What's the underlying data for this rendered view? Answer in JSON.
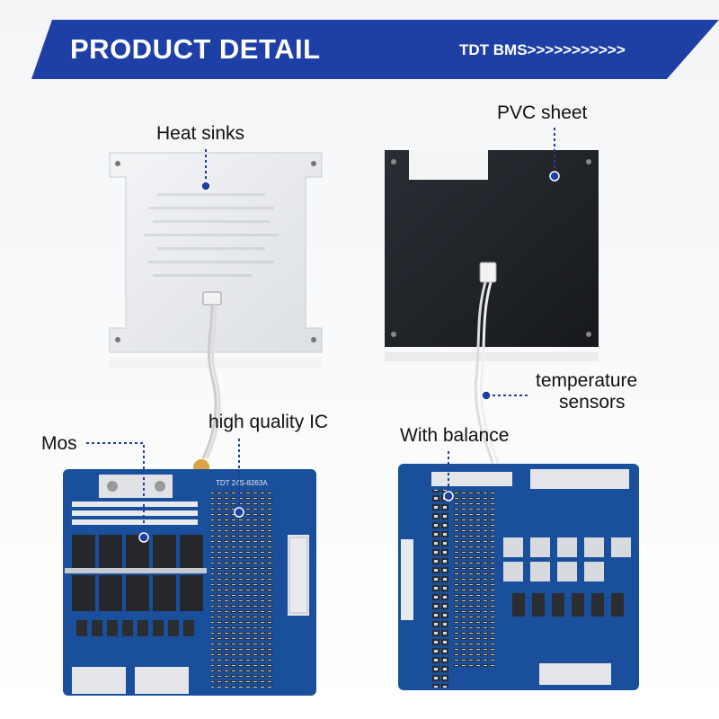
{
  "banner": {
    "title": "PRODUCT DETAIL",
    "brand": "TDT BMS>>>>>>>>>>>",
    "color": "#1d3fa6"
  },
  "callouts": {
    "heat_sinks": "Heat sinks",
    "pvc_sheet": "PVC sheet",
    "temperature_line1": "temperature",
    "temperature_line2": "sensors",
    "high_quality_ic": "high quality IC",
    "mos": "Mos",
    "with_balance": "With balance"
  },
  "board_labels": {
    "left_chip": "TDT 24S-8263A"
  },
  "colors": {
    "pcb_blue": "#1a4f9c",
    "heat_sink": "#e6e8ec",
    "pvc_black": "#1f2227",
    "callout_line": "#1d3fa6"
  }
}
